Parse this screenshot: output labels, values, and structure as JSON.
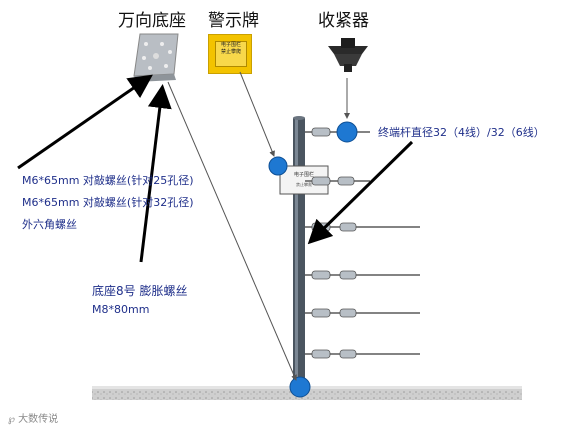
{
  "titles": {
    "base": "万向底座",
    "warning_sign": "警示牌",
    "tensioner": "收紧器"
  },
  "sign_text": {
    "line1": "电子围栏",
    "line2": "禁止攀爬"
  },
  "labels": {
    "terminal_pole": "终端杆直径32（4线）/32（6线）",
    "bolt_25": "M6*65mm 对敲螺丝(针对25孔径)",
    "bolt_32": "M6*65mm 对敲螺丝(针对32孔径)",
    "hex_bolt": "外六角螺丝",
    "expansion": "底座8号 膨胀螺丝",
    "expansion_size": "M8*80mm"
  },
  "watermark": "大数传说",
  "colors": {
    "pole": "#4a5560",
    "marker": "#1e78d2",
    "label_text": "#1f2f8a",
    "sign": "#f3c300"
  }
}
